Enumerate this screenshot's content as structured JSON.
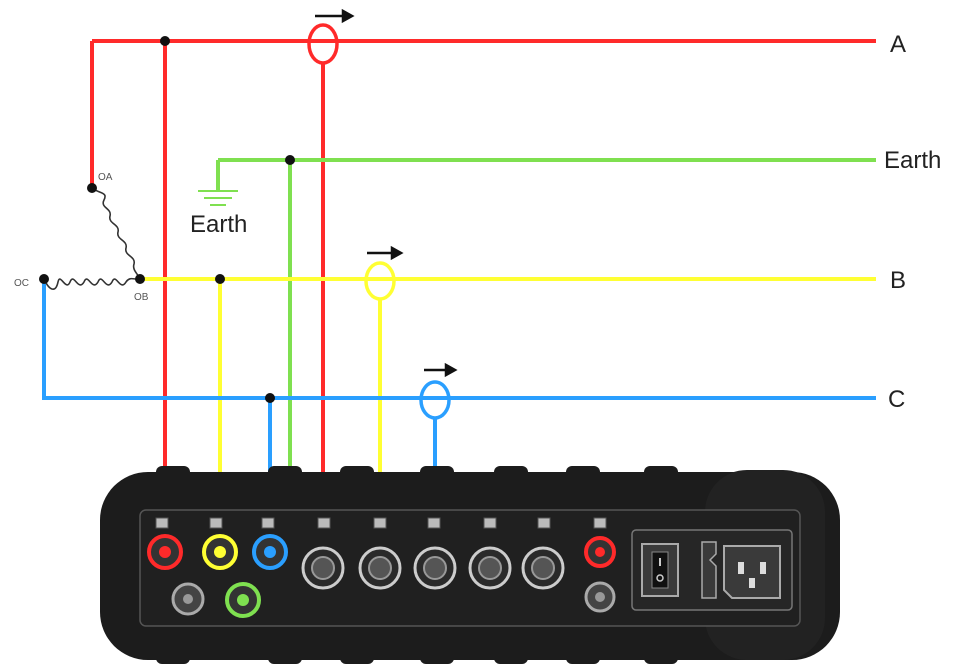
{
  "lines": {
    "a": {
      "label": "A",
      "color": "#ff2a2a"
    },
    "earth": {
      "label": "Earth",
      "color": "#7fe050"
    },
    "b": {
      "label": "B",
      "color": "#ffff33"
    },
    "c": {
      "label": "C",
      "color": "#2a9fff"
    }
  },
  "earth_symbol_label": "Earth",
  "windings": {
    "a": "OA",
    "b": "OB",
    "c": "OC"
  },
  "device": {
    "body_color": "#1c1c1c",
    "terminal_count": 9,
    "power_inlet": true
  }
}
